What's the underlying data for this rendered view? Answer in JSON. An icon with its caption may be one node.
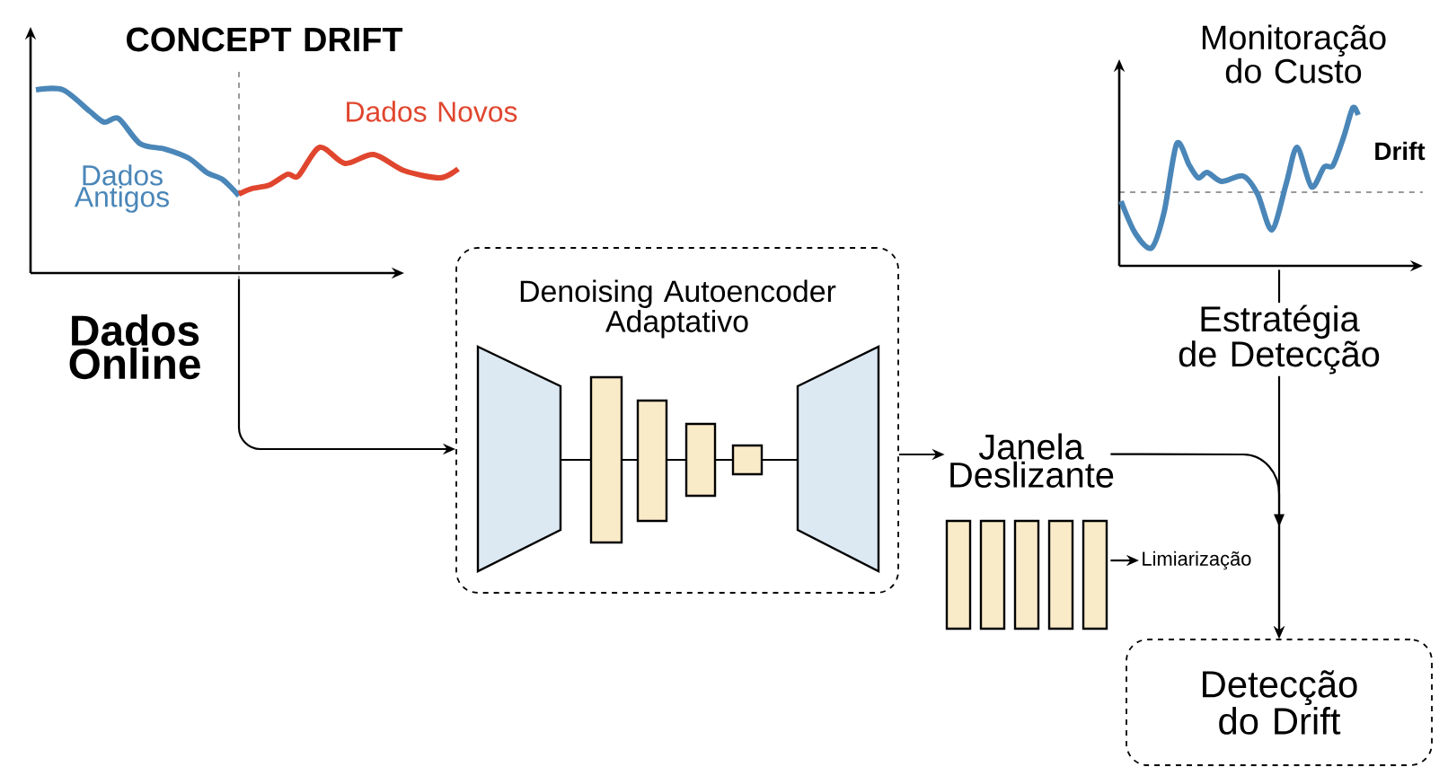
{
  "diagram": {
    "nodes": [
      {
        "text": [
          "CONCEPT DRIFT",
          "Dados Antigos",
          "Dados Novos"
        ],
        "beside": [
          "Dados Online"
        ]
      },
      {
        "text": [
          "Denoising Autoencoder Adaptativo"
        ]
      },
      {
        "text": [
          "Janela Deslizante"
        ]
      },
      {
        "text": [
          "Monitoração do Custo",
          "Drift"
        ]
      },
      {
        "text": [
          "Estratégia de Detecção"
        ]
      },
      {
        "text": [
          "Limiarização"
        ]
      },
      {
        "text": [
          "Detecção do Drift"
        ]
      }
    ],
    "edges": [
      {
        "from": 0,
        "to": 1,
        "arrow": "to"
      },
      {
        "from": 1,
        "to": 2,
        "arrow": "to"
      },
      {
        "from": 3,
        "to": 4,
        "arrow": "none"
      },
      {
        "from": 4,
        "to": 6,
        "arrow": "to"
      },
      {
        "from": 2,
        "to": 6,
        "arrow": "to"
      },
      {
        "from": 2,
        "to": 5,
        "arrow": "to"
      }
    ]
  }
}
